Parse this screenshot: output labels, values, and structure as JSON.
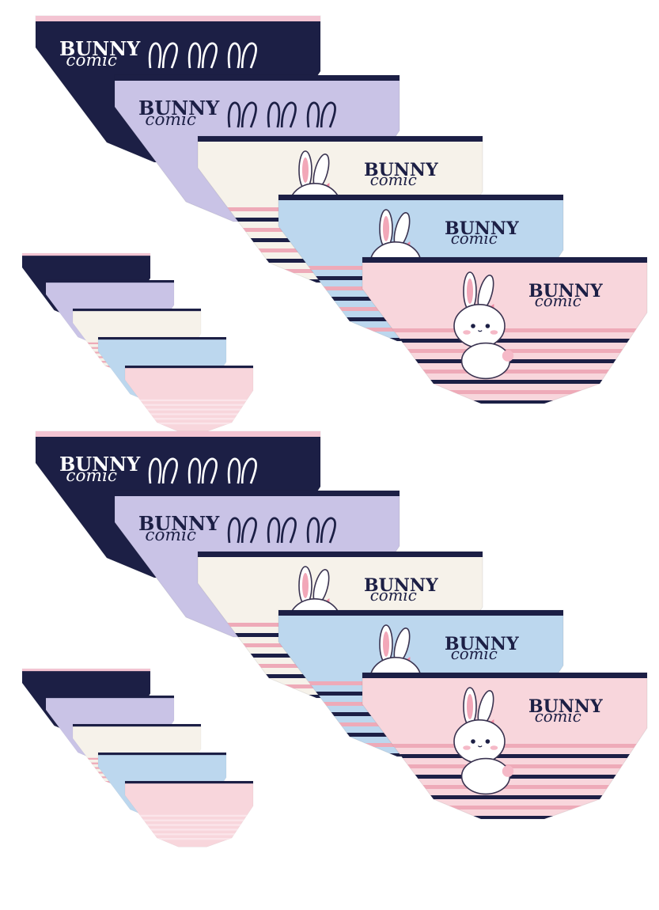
{
  "image": {
    "subject": "product photo of a multi-pack of children's briefs",
    "background": "#ffffff"
  },
  "brand_print": {
    "line1": "BUNNY",
    "line2": "comic"
  },
  "colors": {
    "navy": "#1c1f45",
    "lavender": "#c9c3e6",
    "cream": "#f6f2ea",
    "sky": "#bcd7ee",
    "blush": "#f8d6dc",
    "waistband_pink": "#f3c4d2",
    "stripe_pink": "#eeaab8",
    "stripe_navy": "#1c1f45"
  },
  "colorways": [
    "navy",
    "lavender",
    "cream",
    "sky",
    "blush"
  ],
  "groups": [
    {
      "id": "group-top",
      "large_count": 5,
      "small_count": 5
    },
    {
      "id": "group-bottom",
      "large_count": 5,
      "small_count": 5
    }
  ]
}
